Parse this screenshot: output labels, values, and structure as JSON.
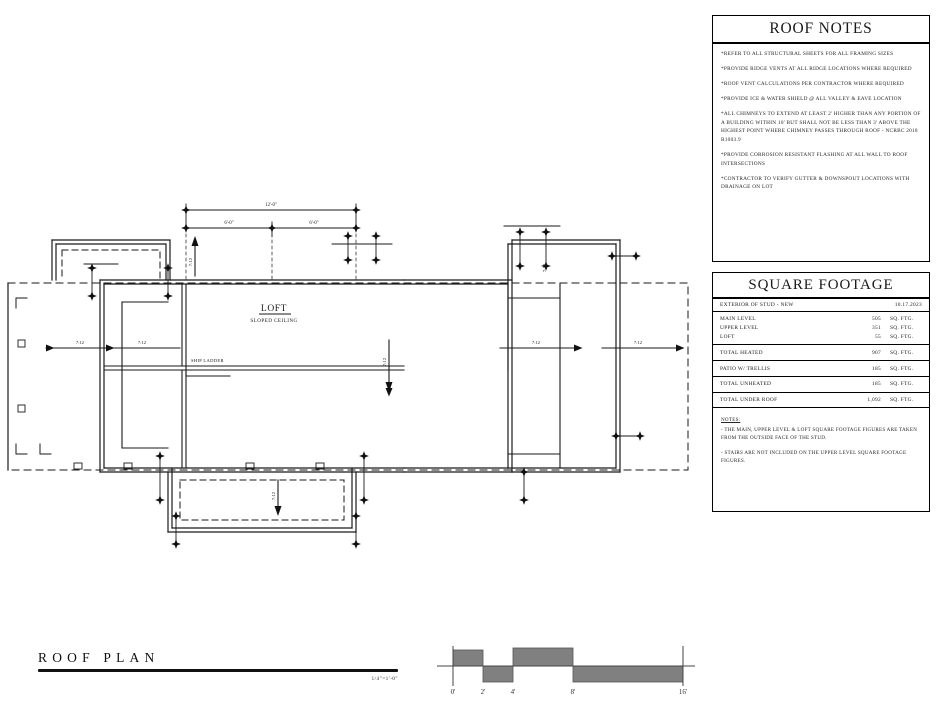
{
  "sheet": {
    "background_color": "#ffffff",
    "line_color": "#1a1a1a",
    "roof_fill": "#808080"
  },
  "roof_notes": {
    "title": "ROOF NOTES",
    "notes": [
      "*REFER TO ALL STRUCTURAL SHEETS FOR ALL FRAMING SIZES",
      "*PROVIDE RIDGE VENTS AT ALL RIDGE LOCATIONS WHERE REQUIRED",
      "*ROOF VENT CALCULATIONS PER CONTRACTOR WHERE REQUIRED",
      "*PROVIDE ICE & WATER SHIELD @ ALL VALLEY & EAVE LOCATION",
      "*ALL CHIMNEYS TO EXTEND AT LEAST 2' HIGHER THAN ANY PORTION OF A BUILDING WITHIN 10' BUT SHALL NOT BE LESS THAN 3' ABOVE THE HIGHEST POINT WHERE CHIMNEY PASSES THROUGH ROOF - NCRBC 2018 R1003.9",
      "*PROVIDE CORROSION RESISTANT FLASHING AT ALL WALL TO ROOF INTERSECTIONS",
      "*CONTRACTOR TO VERIFY GUTTER & DOWNSPOUT LOCATIONS WITH DRAINAGE ON LOT"
    ]
  },
  "square_footage": {
    "title": "SQUARE FOOTAGE",
    "subhead_label": "EXTERIOR OF STUD - NEW",
    "subhead_date": "10.17.2023",
    "unit": "SQ. FTG.",
    "levels": [
      {
        "label": "MAIN LEVEL",
        "value": "505"
      },
      {
        "label": "UPPER LEVEL",
        "value": "351"
      },
      {
        "label": "LOFT",
        "value": "55"
      }
    ],
    "totals": [
      {
        "label": "TOTAL HEATED",
        "value": "907"
      },
      {
        "label": "PATIO W/ TRELLIS",
        "value": "185"
      },
      {
        "label": "TOTAL UNHEATED",
        "value": "185"
      },
      {
        "label": "TOTAL UNDER ROOF",
        "value": "1,092"
      }
    ],
    "notes_header": "NOTES:",
    "notes": [
      "- THE MAIN, UPPER LEVEL & LOFT SQUARE FOOTAGE FIGURES ARE TAKEN FROM THE OUTSIDE FACE OF THE STUD.",
      "- STAIRS ARE NOT INCLUDED ON THE UPPER LEVEL SQUARE FOOTAGE FIGURES."
    ]
  },
  "drawing": {
    "room_label": "LOFT",
    "room_sublabel": "SLOPED CEILING",
    "ship_ladder_label": "SHIP LADDER",
    "dimensions": {
      "overall_top": "12'-0\"",
      "segment_left": "6'-0\"",
      "segment_right": "6'-0\""
    },
    "slope_label": "7:12",
    "slope_arrows": [
      {
        "id": "left-outer",
        "direction": "left"
      },
      {
        "id": "left-inner",
        "direction": "left"
      },
      {
        "id": "right-inner",
        "direction": "right"
      },
      {
        "id": "right-outer",
        "direction": "right"
      },
      {
        "id": "center-down",
        "direction": "down"
      },
      {
        "id": "bottom-down",
        "direction": "down"
      },
      {
        "id": "top-up",
        "direction": "up"
      }
    ]
  },
  "title_block": {
    "title": "ROOF PLAN",
    "scale": "1/4\"=1'-0\""
  },
  "graphic_scale": {
    "ticks": [
      "0'",
      "2'",
      "4'",
      "8'",
      "16'"
    ]
  }
}
